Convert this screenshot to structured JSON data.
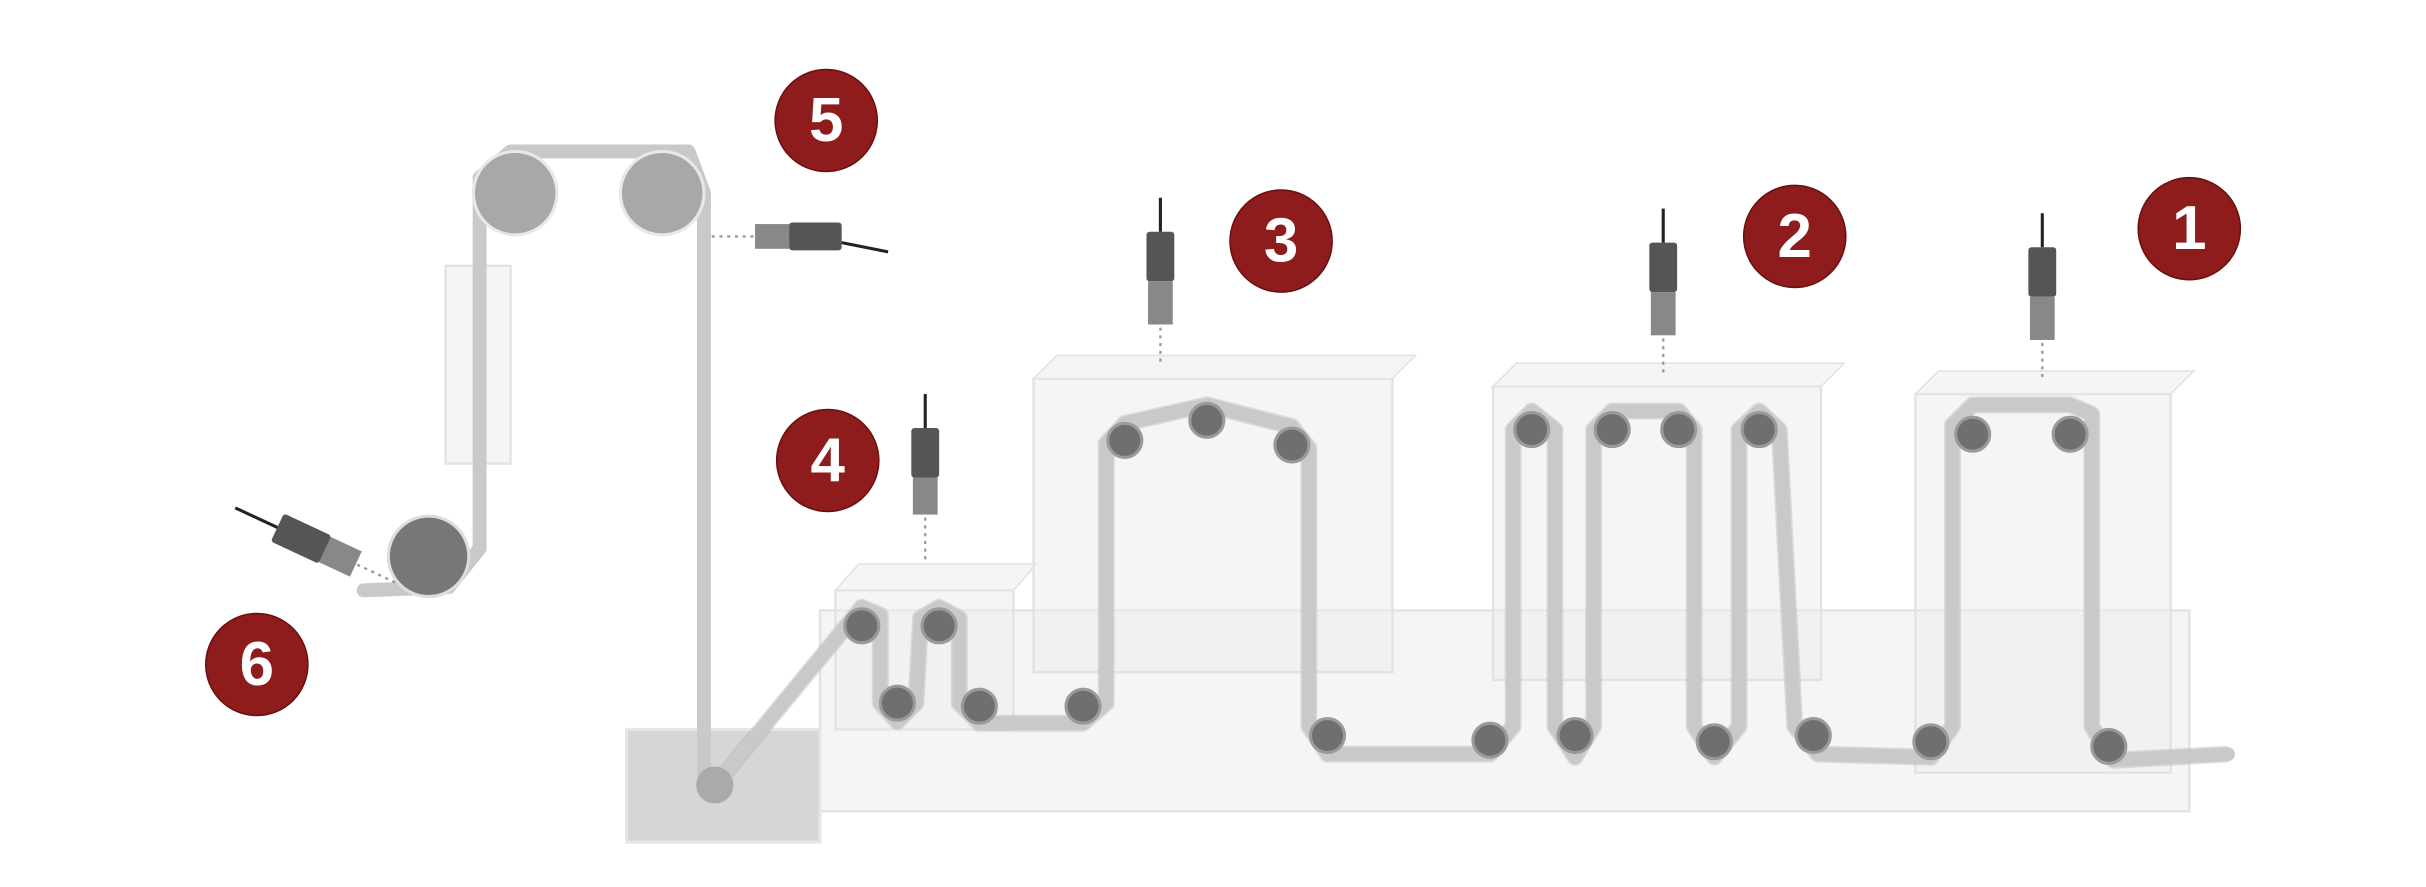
{
  "diagram": {
    "badges": [
      {
        "label": "1"
      },
      {
        "label": "2"
      },
      {
        "label": "3"
      },
      {
        "label": "4"
      },
      {
        "label": "5"
      },
      {
        "label": "6"
      }
    ],
    "colors": {
      "badge": "#8e1c1c",
      "web": "#c9c9c9",
      "roller": "#6f6f6f"
    }
  }
}
